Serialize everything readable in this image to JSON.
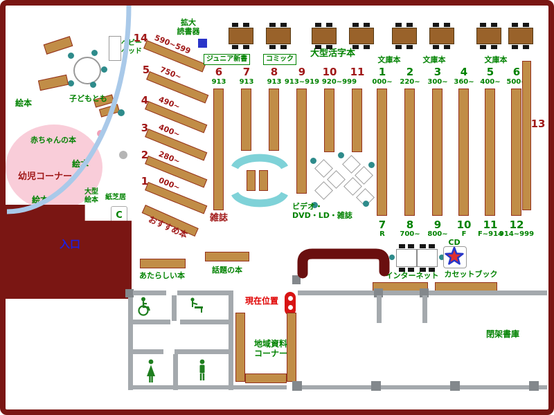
{
  "colors": {
    "frame": "#7a1613",
    "shelf": "#c18d47",
    "green_label": "#008200",
    "dark_red": "#a01818",
    "entrance_blue": "#1f1fe0",
    "current_red": "#e00000",
    "cyan": "#7fd2d8",
    "pink_area": "#f9cdd9"
  },
  "children_area": {
    "ehon1": "絵本",
    "ehon2": "絵本",
    "ehon3": "絵本",
    "baby_bed_line1": "ベビー",
    "baby_bed_line2": "ベッド",
    "kodomo_tomo": "子どもとも",
    "akachan_book": "赤ちゃんの本",
    "yoji_corner": "幼児コーナー",
    "ogata_line1": "大型",
    "ogata_line2": "絵本",
    "kamishibai": "紙芝居",
    "copier": "C"
  },
  "entrance_label": "入口",
  "zoom_reader_line1": "拡大",
  "zoom_reader_line2": "読書器",
  "diagonal_shelves": [
    {
      "number": "14",
      "range": "590~599"
    },
    {
      "number": "5",
      "range": "750~"
    },
    {
      "number": "4",
      "range": "490~"
    },
    {
      "number": "3",
      "range": "400~"
    },
    {
      "number": "2",
      "range": "280~"
    },
    {
      "number": "1",
      "range": "000~"
    }
  ],
  "osusume": "おすすめ本",
  "zasshi": "雑誌",
  "left_group": {
    "junior": "ジュニア新書",
    "comic": "コミック",
    "ogata_katsuji": "大型活字本",
    "columns": [
      {
        "number": "6",
        "range": "913"
      },
      {
        "number": "7",
        "range": "913"
      },
      {
        "number": "8",
        "range": "913"
      },
      {
        "number": "9",
        "range": "913~919"
      },
      {
        "number": "10",
        "range": "920~999"
      },
      {
        "number": "11",
        "range": ""
      }
    ]
  },
  "right_group": {
    "bunko1": "文庫本",
    "bunko2": "文庫本",
    "bunko3": "文庫本",
    "top_columns": [
      {
        "number": "1",
        "range": "000~"
      },
      {
        "number": "2",
        "range": "220~"
      },
      {
        "number": "3",
        "range": "300~"
      },
      {
        "number": "4",
        "range": "360~"
      },
      {
        "number": "5",
        "range": "400~"
      },
      {
        "number": "6",
        "range": "500~"
      }
    ],
    "bottom_columns": [
      {
        "number": "7",
        "range": "R"
      },
      {
        "number": "8",
        "range": "700~"
      },
      {
        "number": "9",
        "range": "800~"
      },
      {
        "number": "10",
        "range": "F"
      },
      {
        "number": "11",
        "range": "F~914"
      },
      {
        "number": "12",
        "range": "914~999"
      }
    ],
    "shelf13": "13"
  },
  "av_line1": "ビデオ・",
  "av_line2": "DVD・LD・雑誌",
  "internet": "インターネット",
  "cd": "CD",
  "cassette": "カセットブック",
  "new_books": "あたらしい本",
  "topic_books": "話題の本",
  "current_location": "現在位置",
  "local_line1": "地域資料",
  "local_line2": "コーナー",
  "closed_stacks": "閉架書庫"
}
